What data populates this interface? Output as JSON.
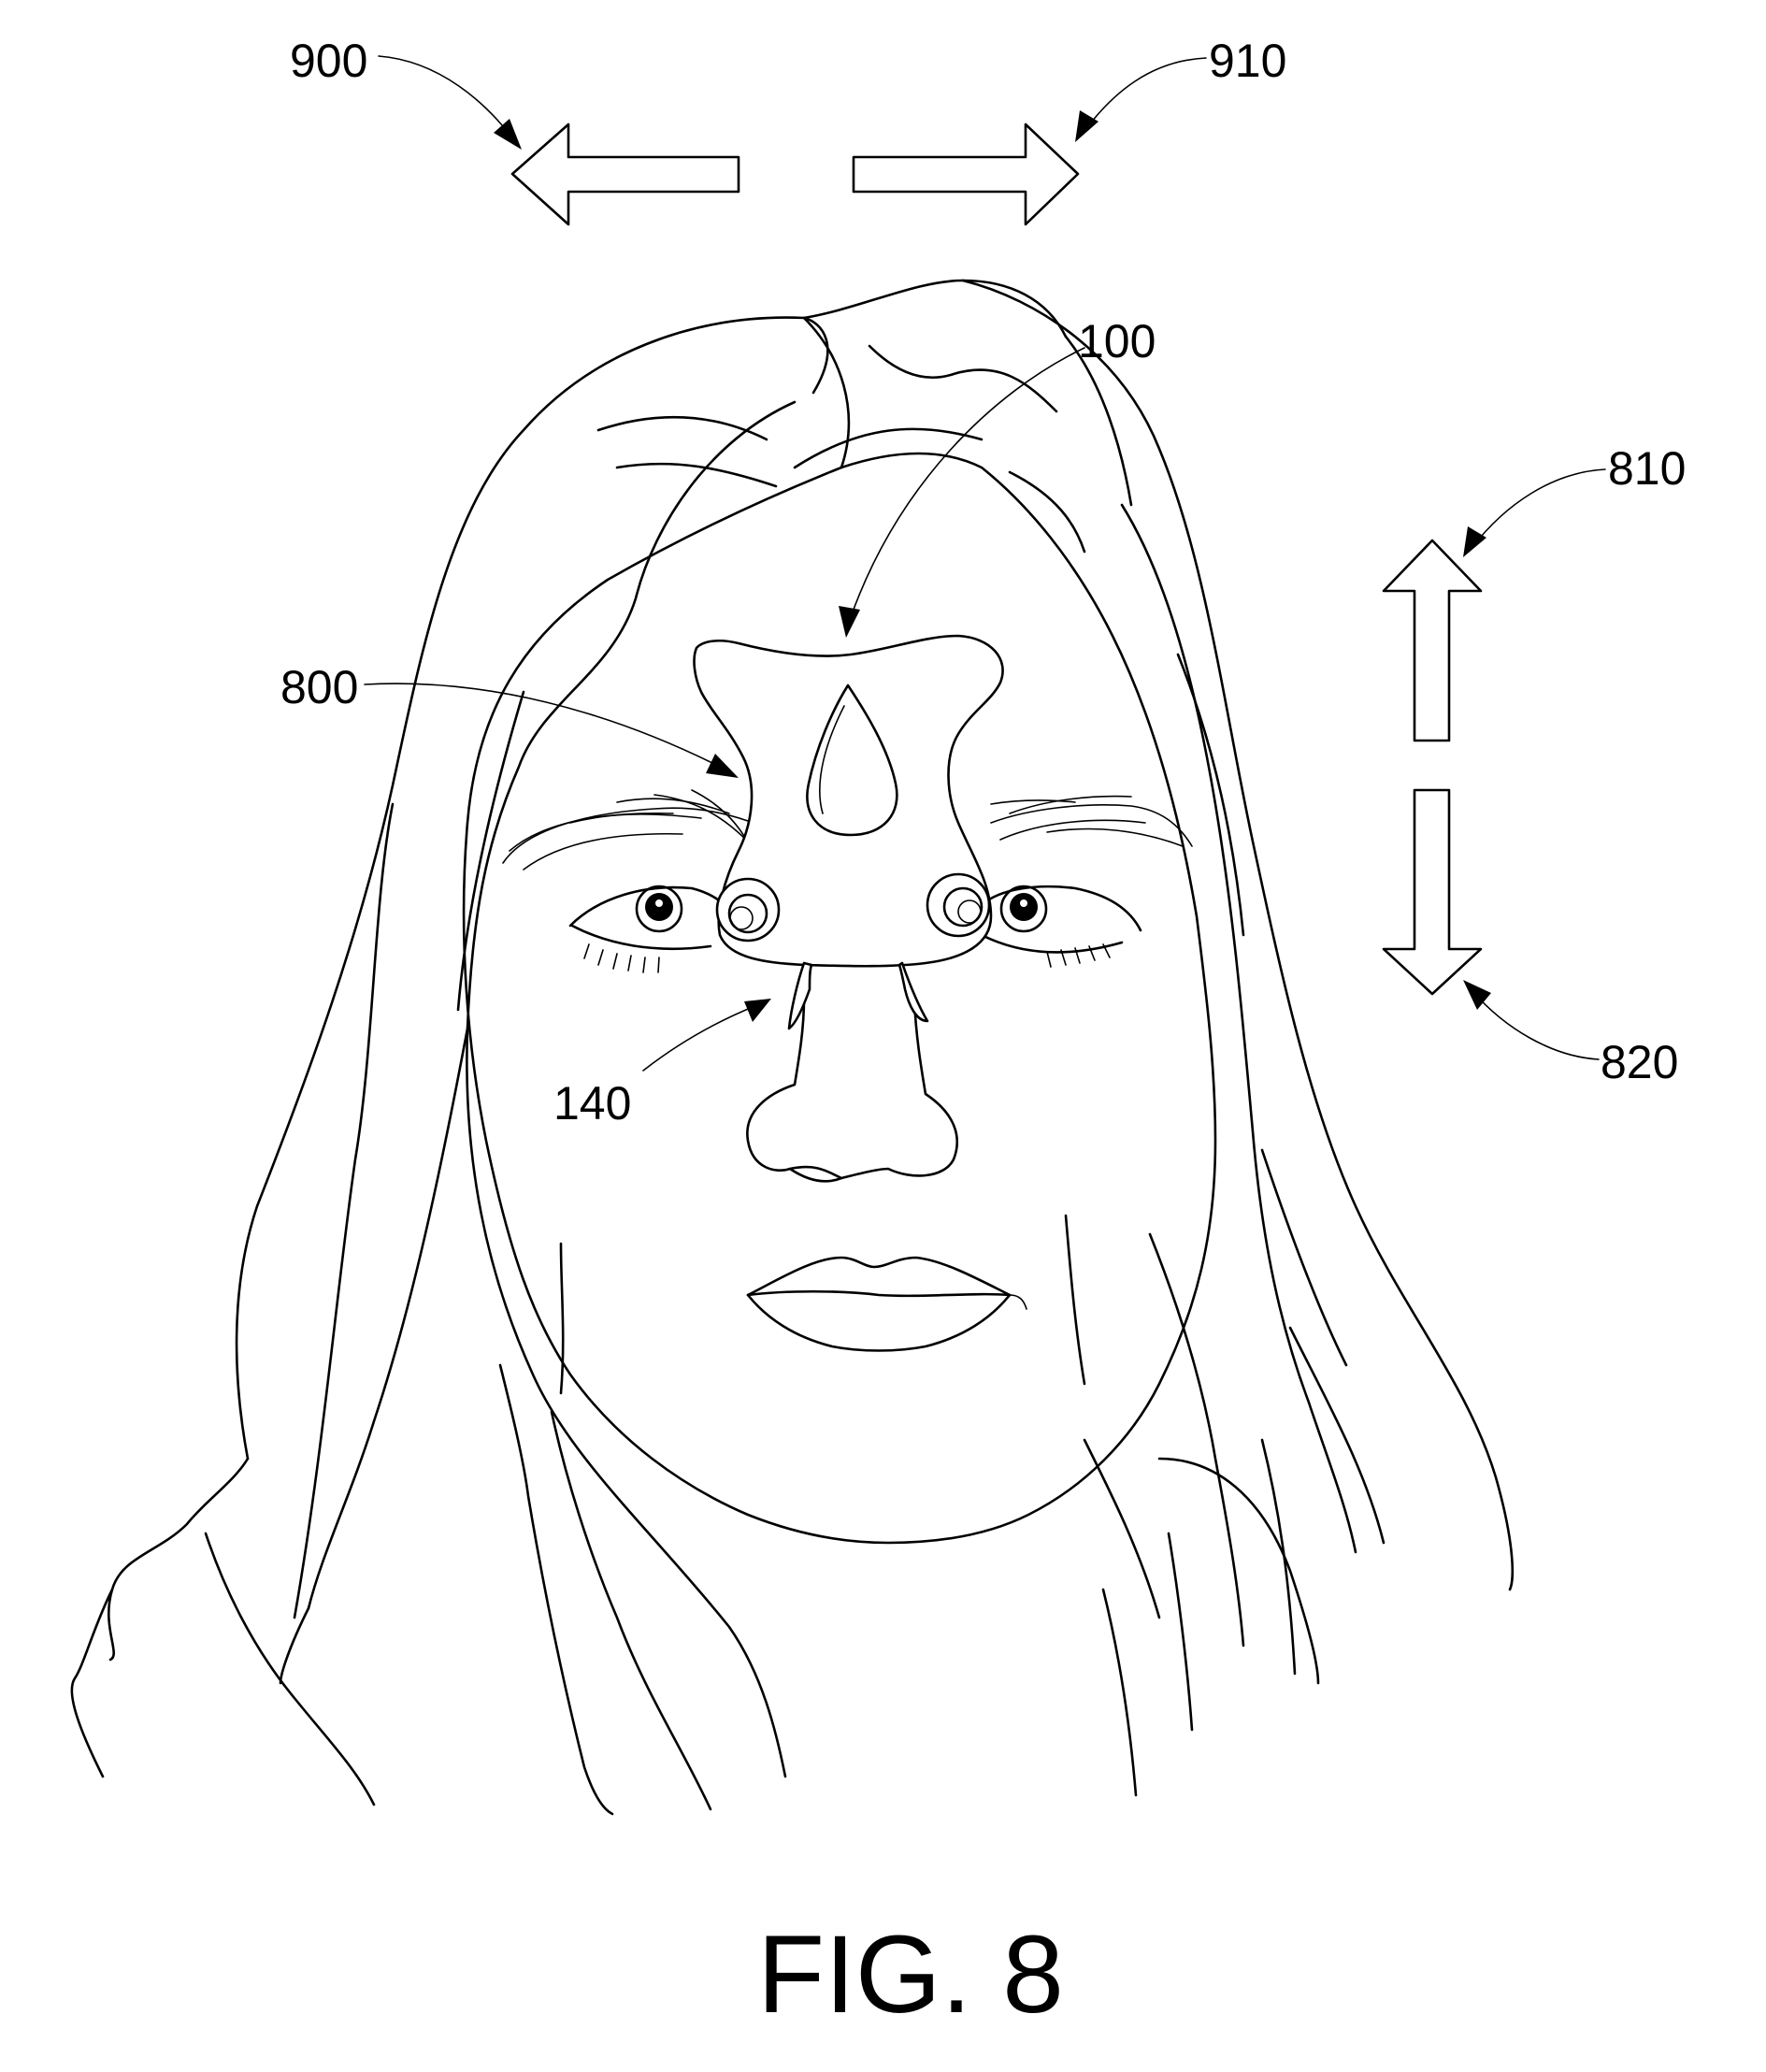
{
  "figure": {
    "caption": "FIG. 8",
    "reference_numerals": {
      "device": "100",
      "nose_pad": "140",
      "device_outline": "800",
      "arrow_up": "810",
      "arrow_down": "820",
      "arrow_left": "900",
      "arrow_right": "910"
    }
  },
  "colors": {
    "line": "#000000",
    "background": "#ffffff"
  }
}
